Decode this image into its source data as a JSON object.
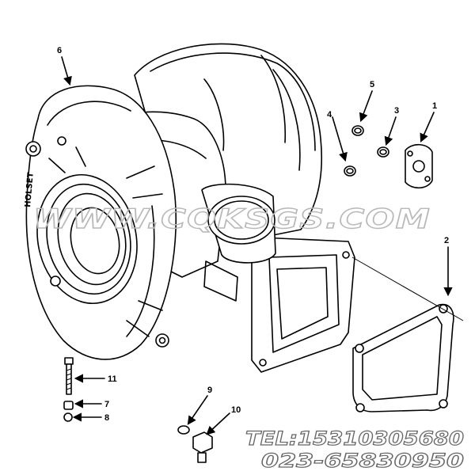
{
  "diagram": {
    "brand_cast_text": "HOLSET",
    "watermark": "WWW.CQKSGS.COM",
    "contact": {
      "phone_line_1": "TEL:15310305680",
      "phone_line_2": "023-65830950"
    },
    "callouts": [
      {
        "id": "1",
        "label": "1"
      },
      {
        "id": "2",
        "label": "2"
      },
      {
        "id": "3",
        "label": "3"
      },
      {
        "id": "4",
        "label": "4"
      },
      {
        "id": "5",
        "label": "5"
      },
      {
        "id": "6",
        "label": "6"
      },
      {
        "id": "7",
        "label": "7"
      },
      {
        "id": "8",
        "label": "8"
      },
      {
        "id": "9",
        "label": "9"
      },
      {
        "id": "10",
        "label": "10"
      },
      {
        "id": "11",
        "label": "11"
      }
    ]
  }
}
